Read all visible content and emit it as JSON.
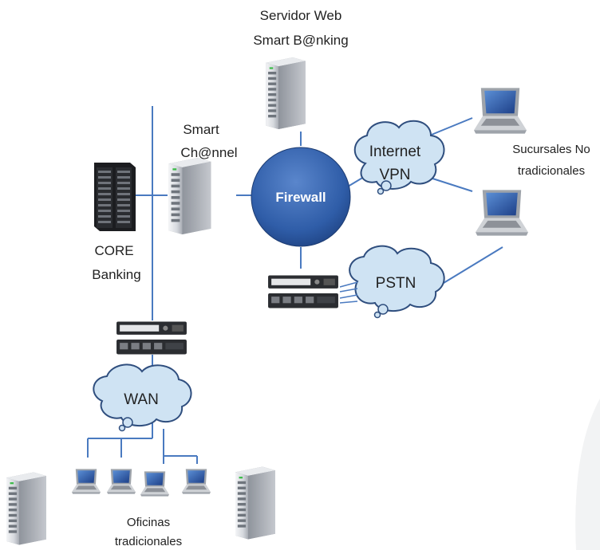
{
  "labels": {
    "web_server_line1": "Servidor Web",
    "web_server_line2": "Smart B@nking",
    "smart_channel_line1": "Smart",
    "smart_channel_line2": "Ch@nnel",
    "core_line1": "CORE",
    "core_line2": "Banking",
    "firewall": "Firewall",
    "internet_line1": "Internet",
    "internet_line2": "VPN",
    "pstn": "PSTN",
    "wan": "WAN",
    "sucursales_line1": "Sucursales No",
    "sucursales_line2": "tradicionales",
    "oficinas_line1": "Oficinas",
    "oficinas_line2": "tradicionales"
  },
  "colors": {
    "link": "#4a7ac0",
    "cloud_fill": "#cfe3f3",
    "cloud_stroke": "#2f4e7e",
    "firewall_fill": "#2f5da8",
    "server_body": "#d8dade"
  },
  "icons": [
    "server-icon",
    "rack-icon",
    "router-icon",
    "laptop-icon",
    "cloud-icon",
    "firewall-icon"
  ]
}
